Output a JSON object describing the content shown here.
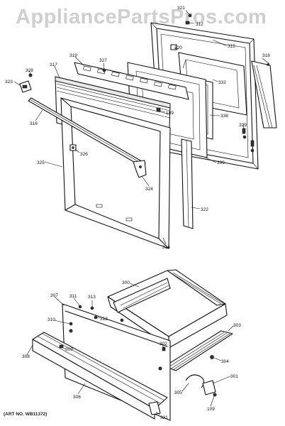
{
  "watermark": "AppliancePartsPros.com",
  "art_number": "(ART NO. WB11372)",
  "labels": {
    "p321": "321",
    "p312a": "312",
    "p315": "315",
    "p318": "318",
    "p320": "320",
    "p332": "332",
    "p338": "338",
    "p329": "329",
    "p339": "339",
    "p319": "319",
    "p327": "327",
    "p317": "317",
    "p109a": "109",
    "p328": "328",
    "p323": "323",
    "p316": "316",
    "p326": "326",
    "p325": "325",
    "p324": "324",
    "p322": "322",
    "p314": "314",
    "p300": "300",
    "p307": "307",
    "p311": "311",
    "p313": "313",
    "p312b": "312",
    "p310": "310",
    "p309": "309",
    "p308": "308",
    "p302": "302",
    "p303": "303",
    "p304": "304",
    "p301": "301",
    "p305": "305",
    "p306": "306",
    "p109b": "109",
    "p331": "331"
  }
}
